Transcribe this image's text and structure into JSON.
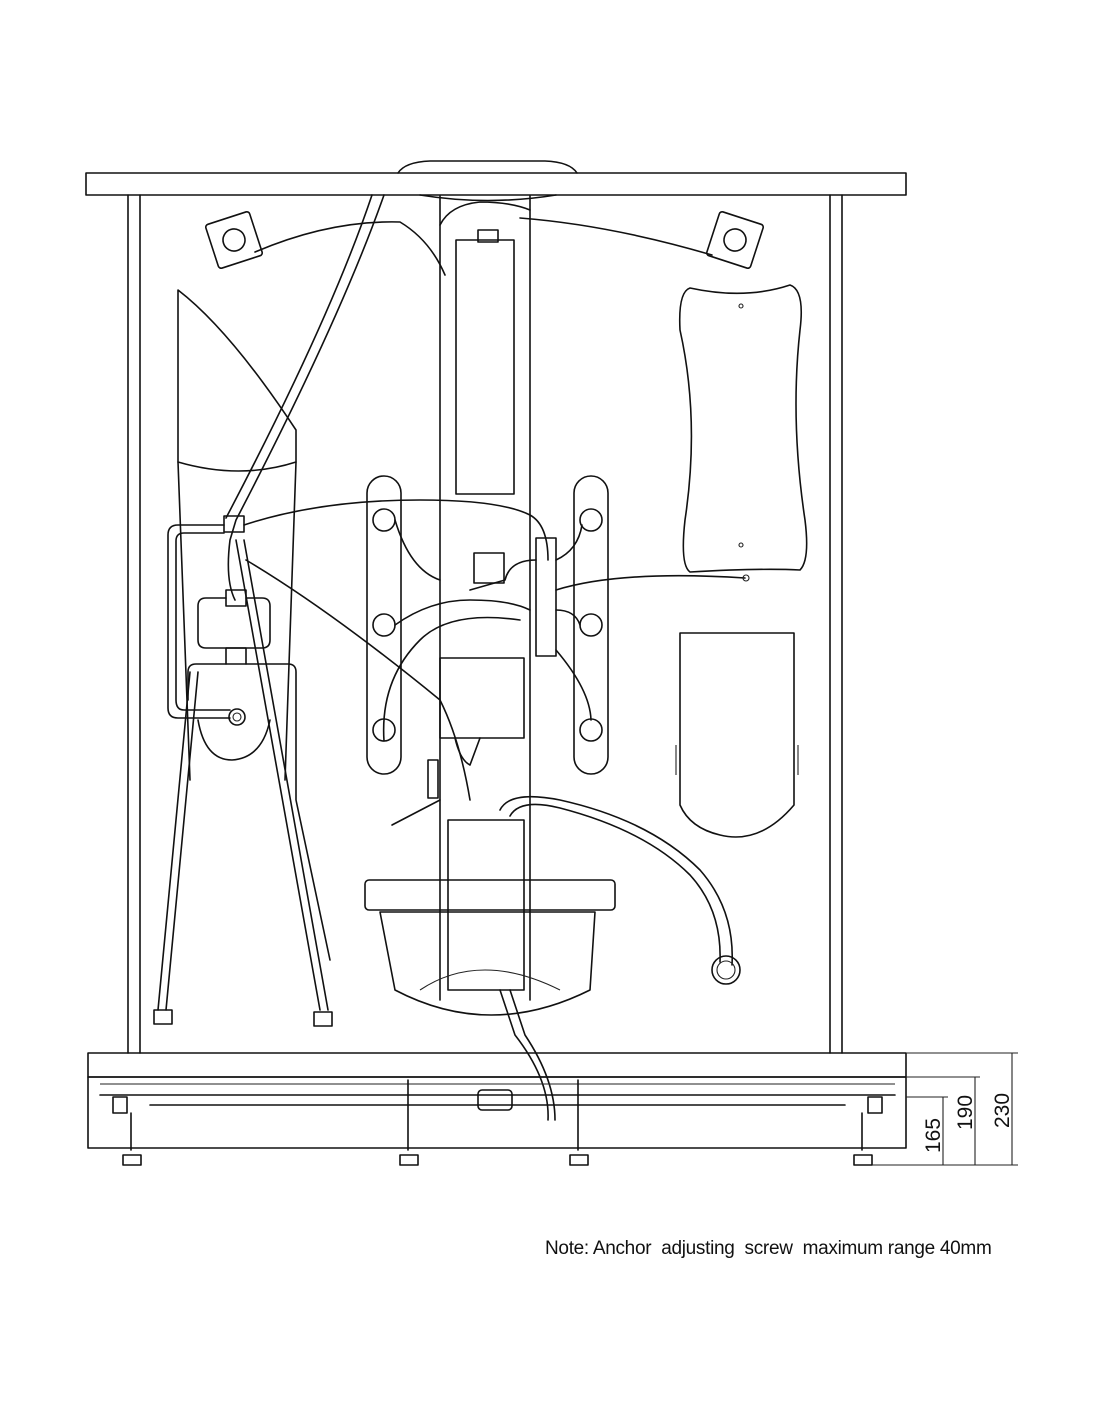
{
  "dimensions": {
    "d165": "165",
    "d190": "190",
    "d230": "230"
  },
  "note": "Note: Anchor  adjusting  screw  maximum range 40mm"
}
